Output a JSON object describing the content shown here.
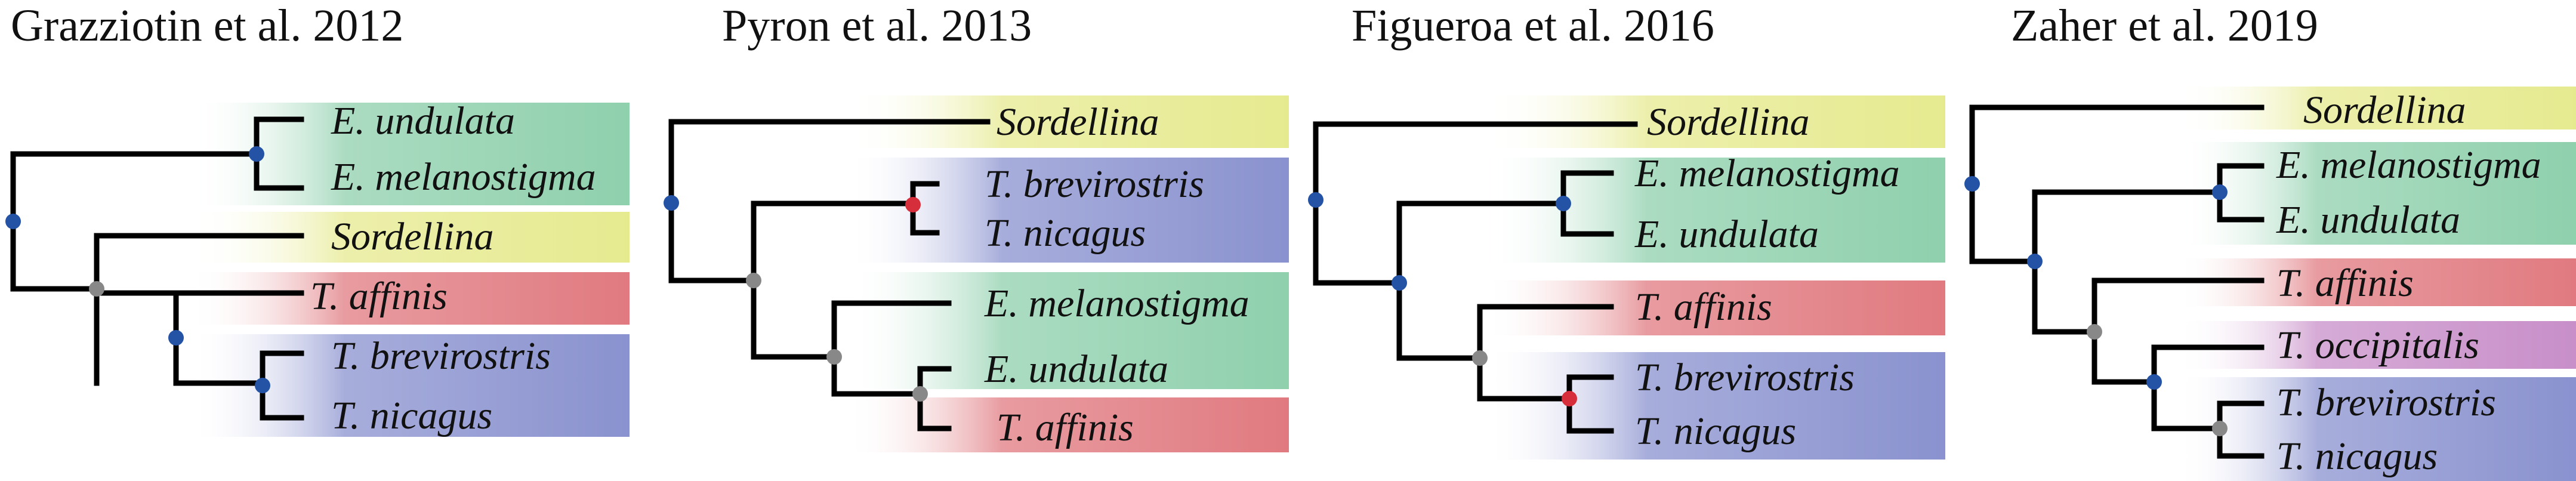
{
  "colors": {
    "yellow": "#e6ea8f",
    "green": "#8fd0ad",
    "red": "#e07a80",
    "blue": "#8a92cf",
    "purple": "#c88fc9",
    "node_blue": "#2453a6",
    "node_gray": "#888888",
    "node_red": "#d62e3a"
  },
  "trees": [
    {
      "title": "Grazziotin et al. 2012",
      "taxa": [
        "E. undulata",
        "E. melanostigma",
        "Sordellina",
        "T. affinis",
        "T. brevirostris",
        "T. nicagus"
      ]
    },
    {
      "title": "Pyron et al. 2013",
      "taxa": [
        "Sordellina",
        "T. brevirostris",
        "T. nicagus",
        "E. melanostigma",
        "E. undulata",
        "T. affinis"
      ]
    },
    {
      "title": "Figueroa et al. 2016",
      "taxa": [
        "Sordellina",
        "E. melanostigma",
        "E. undulata",
        "T. affinis",
        "T. brevirostris",
        "T. nicagus"
      ]
    },
    {
      "title": "Zaher et al. 2019",
      "taxa": [
        "Sordellina",
        "E. melanostigma",
        "E. undulata",
        "T. affinis",
        "T. occipitalis",
        "T. brevirostris",
        "T. nicagus"
      ]
    }
  ]
}
